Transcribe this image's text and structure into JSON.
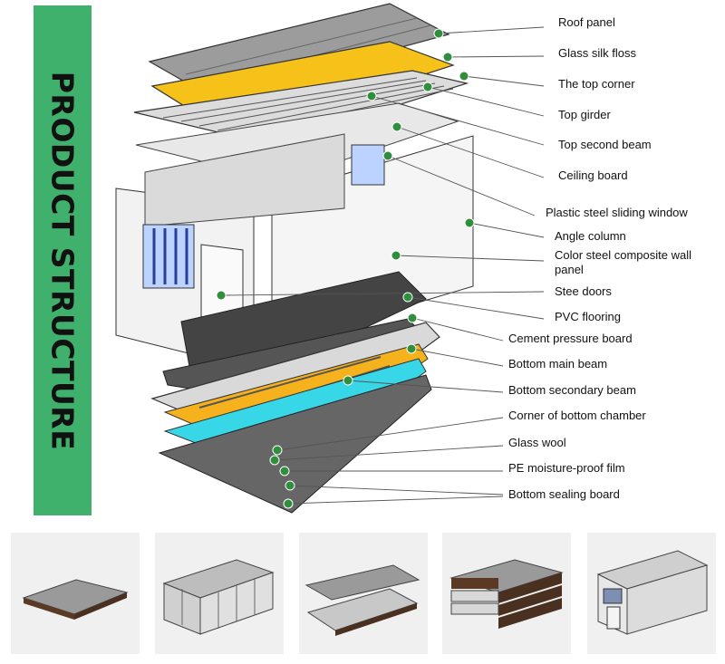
{
  "banner": {
    "title": "PRODUCT STRUCTURE",
    "bg_color": "#3fb16d"
  },
  "dot_color": "#2f8f3e",
  "labels": [
    "Roof panel",
    "Glass silk floss",
    "The top corner",
    "Top girder",
    "Top second beam",
    "Ceiling board",
    "Plastic steel sliding window",
    "Angle column",
    "Color steel composite wall panel",
    "Stee doors",
    "PVC flooring",
    "Cement pressure board",
    "Bottom main beam",
    "Bottom secondary beam",
    "Corner of bottom chamber",
    "Glass wool",
    "PE moisture-proof film",
    "Bottom sealing board"
  ],
  "thumbnails": [
    "base-frame-icon",
    "frame-with-wall-panels-icon",
    "roof-being-lifted-icon",
    "stacked-flat-pack-icon",
    "finished-container-house-icon"
  ]
}
